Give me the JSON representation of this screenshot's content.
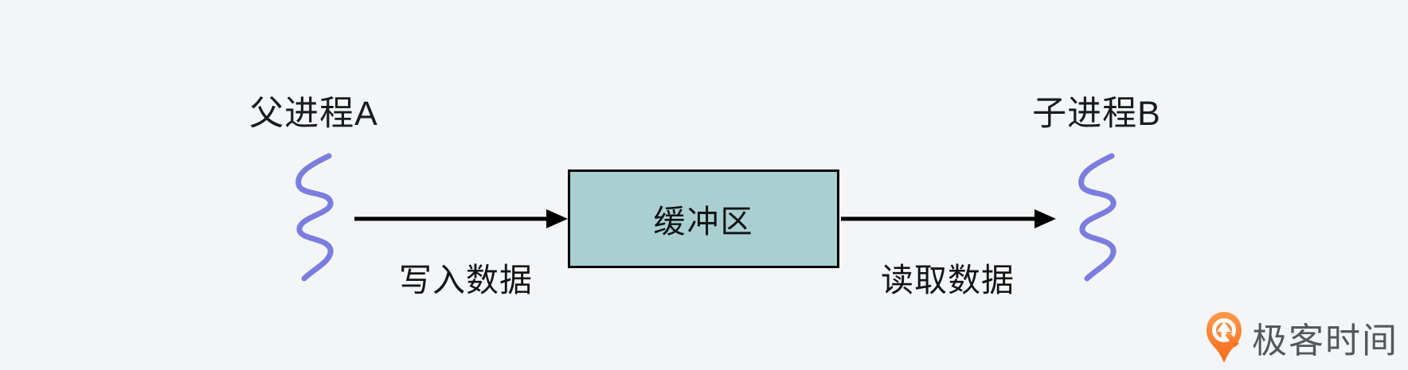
{
  "meta": {
    "background_color": "#f4f5f7",
    "type": "process-pipe-buffer-diagram"
  },
  "diagram": {
    "parent_process": {
      "title": "父进程A",
      "squiggle_color": "#7b7ede"
    },
    "child_process": {
      "title": "子进程B",
      "squiggle_color": "#7b7ede"
    },
    "buffer": {
      "label": "缓冲区",
      "fill_color": "#a9cfd1",
      "border_color": "#000000"
    },
    "write_flow": {
      "label": "写入数据",
      "arrow_color": "#000000",
      "direction": "parent-to-buffer"
    },
    "read_flow": {
      "label": "读取数据",
      "arrow_color": "#000000",
      "direction": "buffer-to-child"
    }
  },
  "watermark": {
    "brand_name": "极客时间",
    "icon": "geektime-pin-icon",
    "icon_color_top": "#ff9a4d",
    "icon_color_bottom": "#f66a1c",
    "text_color": "#55575b"
  }
}
